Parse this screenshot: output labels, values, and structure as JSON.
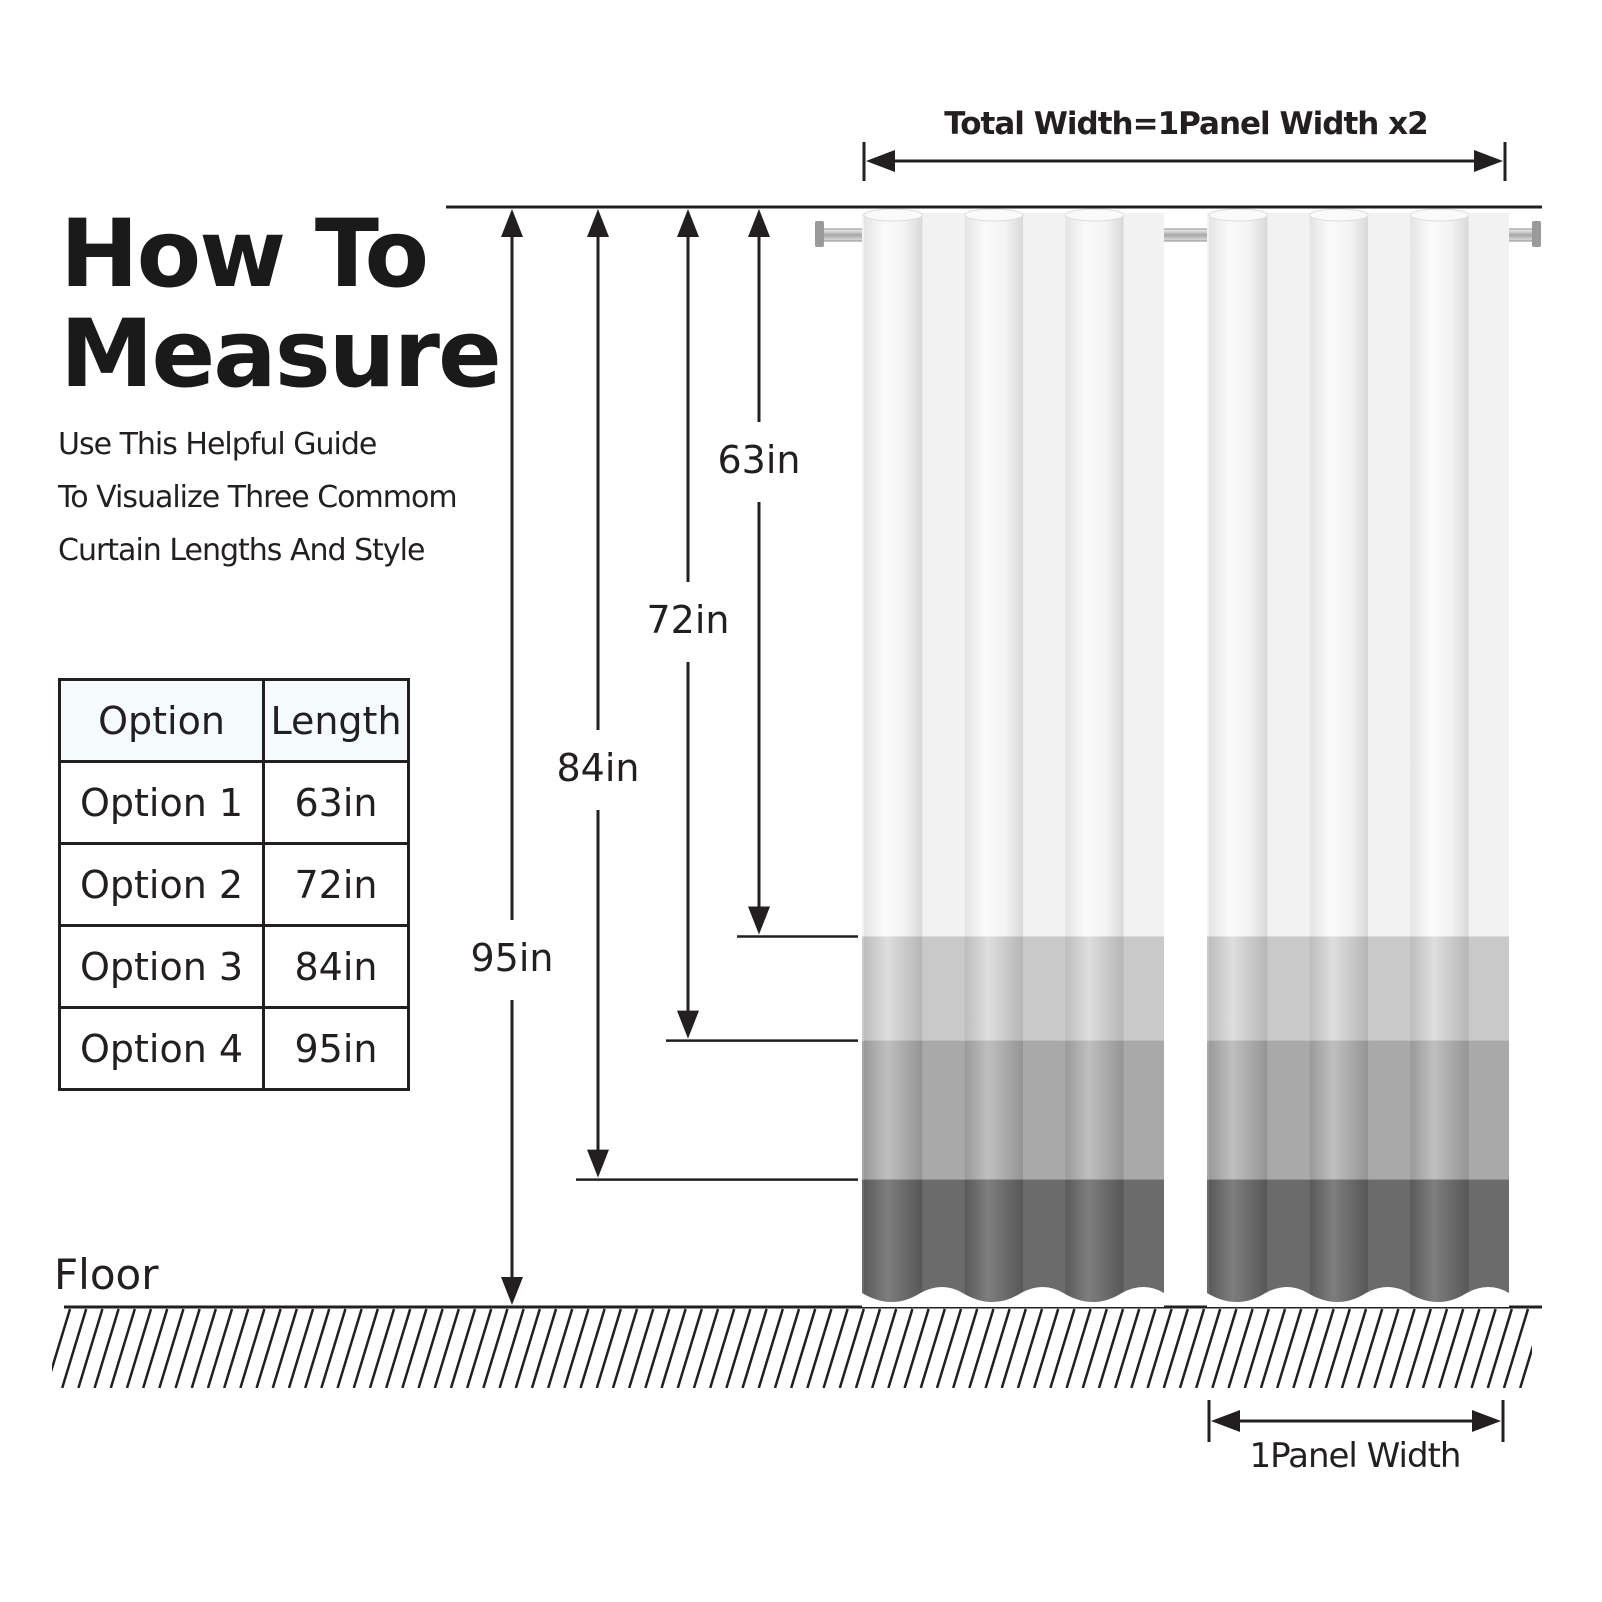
{
  "title": {
    "line1": "How To",
    "line2": "Measure"
  },
  "subtitle": [
    "Use This Helpful Guide",
    "To Visualize Three Commom",
    "Curtain Lengths And Style"
  ],
  "table": {
    "headers": [
      "Option",
      "Length"
    ],
    "rows": [
      [
        "Option 1",
        "63in"
      ],
      [
        "Option 2",
        "72in"
      ],
      [
        "Option 3",
        "84in"
      ],
      [
        "Option 4",
        "95in"
      ]
    ]
  },
  "measurements": [
    {
      "id": "m63",
      "label": "63in",
      "value": 63
    },
    {
      "id": "m72",
      "label": "72in",
      "value": 72
    },
    {
      "id": "m84",
      "label": "84in",
      "value": 84
    },
    {
      "id": "m95",
      "label": "95in",
      "value": 95
    }
  ],
  "floor_label": "Floor",
  "total_width_label": "Total Width=1Panel Width x2",
  "panel_width_label": "1Panel Width",
  "colors": {
    "ink": "#231f20",
    "band_white": "#f2f2f2",
    "band_light": "#c9c9c9",
    "band_mid": "#a9a9a9",
    "band_dark": "#6b6b6b"
  }
}
